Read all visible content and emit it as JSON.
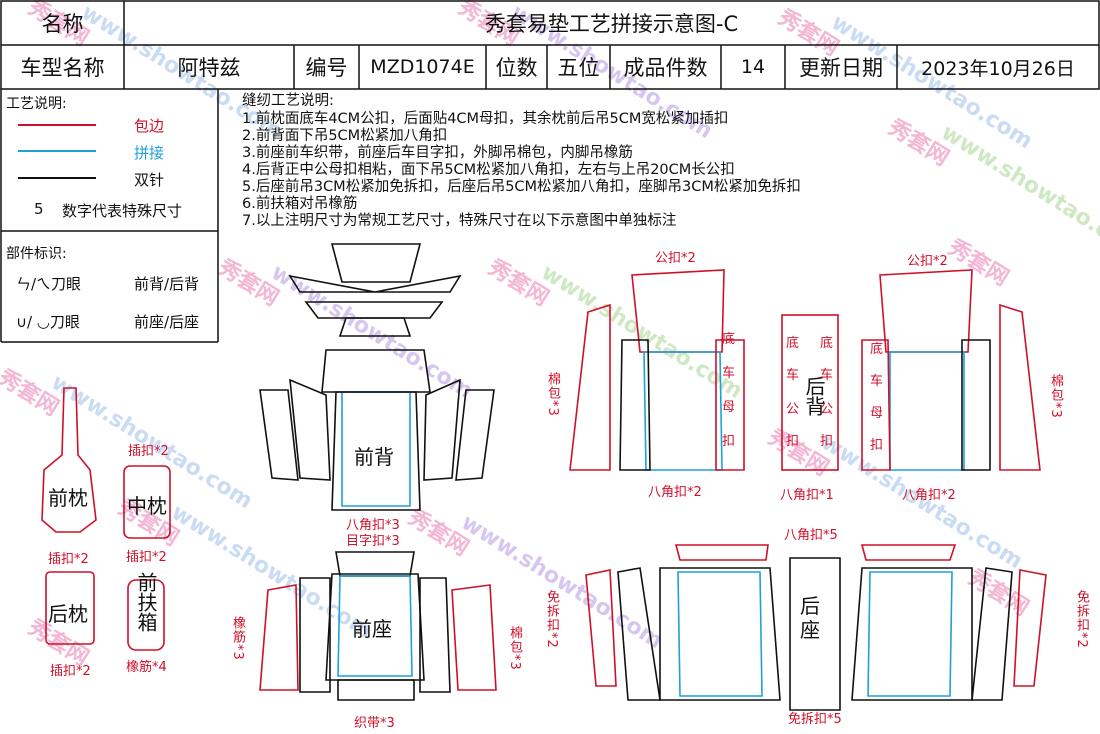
{
  "header": {
    "name_label": "名称",
    "title": "秀套易垫工艺拼接示意图-C",
    "model_label": "车型名称",
    "model_value": "阿特兹",
    "code_label": "编号",
    "code_value": "MZD1074E",
    "seat_label": "位数",
    "seat_value": "五位",
    "count_label": "成品件数",
    "count_value": "14",
    "date_label": "更新日期",
    "date_value": "2023年10月26日"
  },
  "legend": {
    "title": "工艺说明:",
    "items": [
      {
        "label": "包边",
        "color": "#d0102a"
      },
      {
        "label": "拼接",
        "color": "#1ea0d8"
      },
      {
        "label": "双针",
        "color": "#111111"
      }
    ],
    "size_num": "5",
    "size_text": "数字代表特殊尺寸"
  },
  "parts": {
    "title": "部件标识:",
    "row1_sym": "ㄣ/ㄟ刀眼",
    "row1_text": "前背/后背",
    "row2_sym": "∪/ ◡刀眼",
    "row2_text": "前座/后座"
  },
  "notes": {
    "title": "缝纫工艺说明:",
    "lines": [
      "1.前枕面底车4CM公扣，后面贴4CM母扣，其余枕前后吊5CM宽松紧加插扣",
      "2.前背面下吊5CM松紧加八角扣",
      "3.前座前车织带，前座后车目字扣，外脚吊棉包，内脚吊橡筋",
      "4.后背正中公母扣相粘，面下吊5CM松紧加八角扣，左右与上吊20CM长公扣",
      "5.后座前吊3CM松紧加免拆扣，后座后吊5CM松紧加八角扣，座脚吊3CM松紧加免拆扣",
      "6.前扶箱对吊橡筋",
      "7.以上注明尺寸为常规工艺尺寸，特殊尺寸在以下示意图中单独标注"
    ]
  },
  "diagram": {
    "front_pillow": "前枕",
    "mid_pillow": "中枕",
    "rear_pillow": "后枕",
    "armrest": "前扶箱",
    "front_back": "前背",
    "front_seat": "前座",
    "rear_back": "后背",
    "rear_seat": "后座",
    "di": "底",
    "che": "车",
    "mu": "母",
    "gong": "公",
    "kou": "扣",
    "labels": {
      "clip2": "插扣*2",
      "octa3": "八角扣*3",
      "mu_zi3": "目字扣*3",
      "webbing3": "织带*3",
      "rubber3": "橡筋*3",
      "rubber4": "橡筋*4",
      "cotton3": "棉包*3",
      "snap2": "公扣*2",
      "octa2": "八角扣*2",
      "octa1": "八角扣*1",
      "octa5": "八角扣*5",
      "free5": "免拆扣*5",
      "free2": "免拆扣*2"
    }
  },
  "watermark": {
    "cn": "秀套网",
    "url": "www.showtao.com"
  },
  "colors": {
    "red": "#d0102a",
    "blue": "#1ea0d8",
    "black": "#111111"
  }
}
